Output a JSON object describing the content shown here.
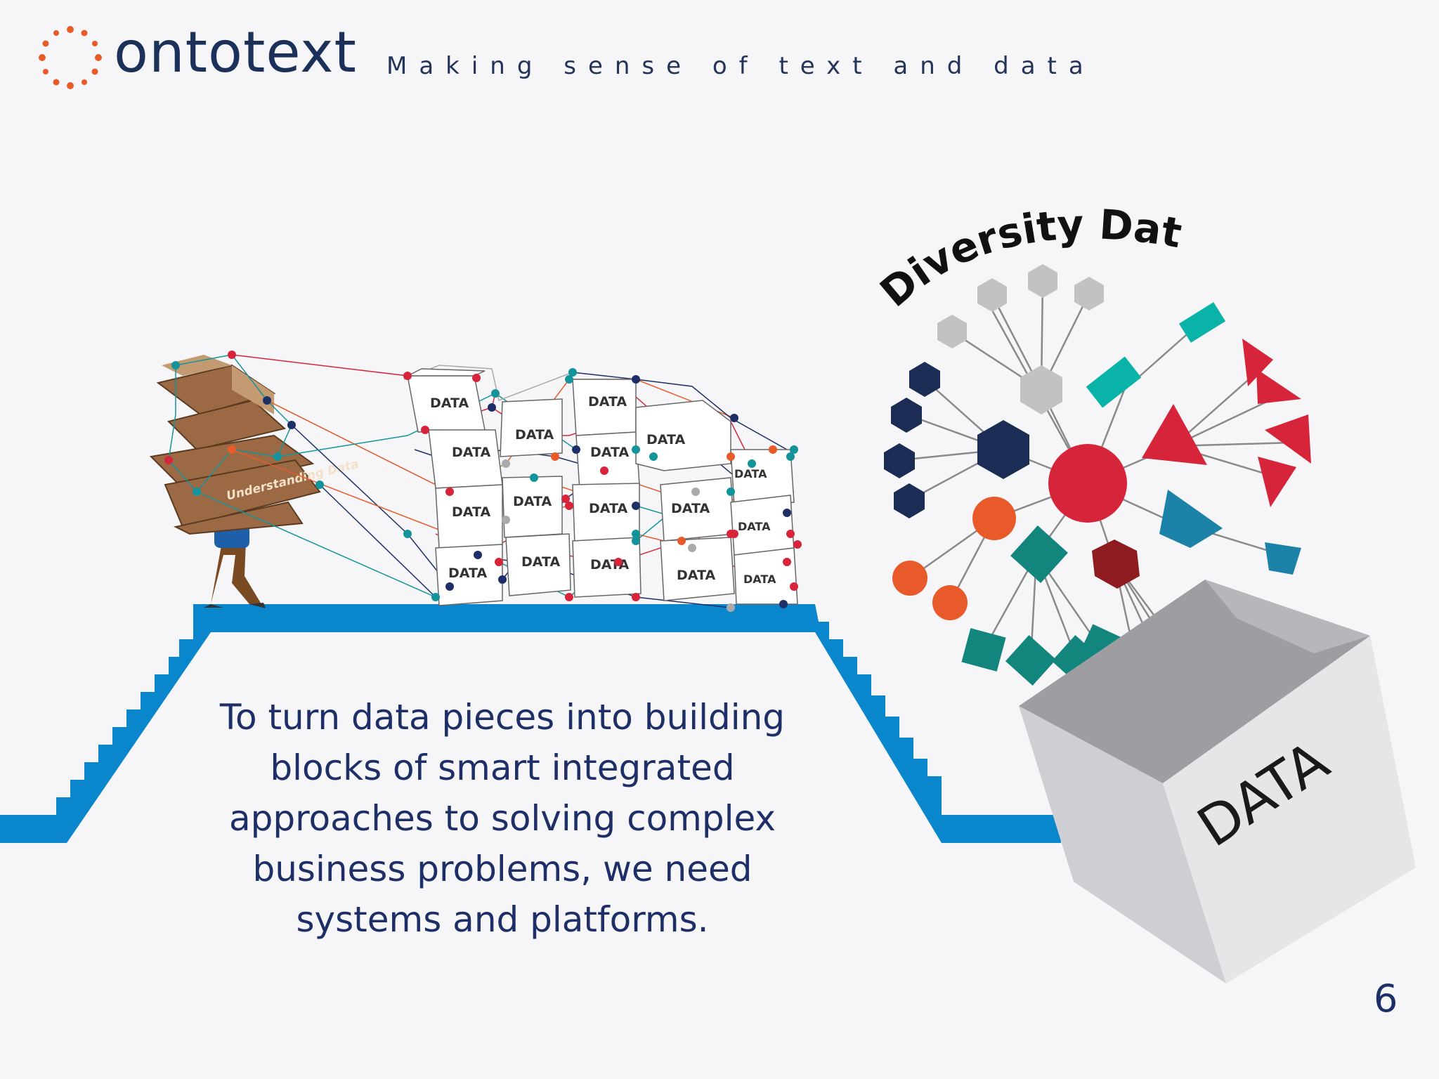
{
  "header": {
    "logo_text": "ontotext",
    "tagline": "Making sense of text and data"
  },
  "illustration": {
    "carried_box_label": "Understanding Data",
    "cube_label": "DATA",
    "diversity_title": "Diversity Data",
    "box_label": "DATA"
  },
  "body": {
    "text": "To turn data pieces into building blocks of smart integrated approaches to solving complex business problems, we need systems and platforms."
  },
  "page_number": "6",
  "colors": {
    "navy": "#1d2f66",
    "orange": "#e85a2a",
    "blue_steps": "#0a86cc",
    "teal": "#14948f",
    "red": "#d6253b",
    "dark_red": "#8e1b1f",
    "gray": "#c2c2c4"
  }
}
